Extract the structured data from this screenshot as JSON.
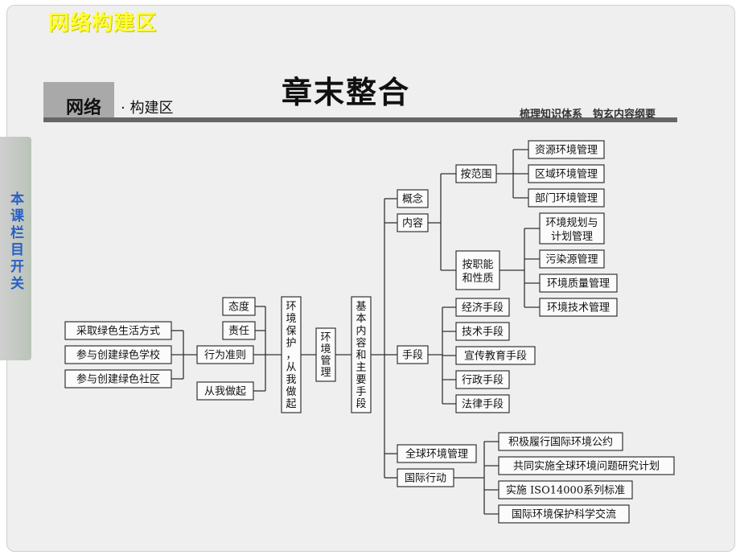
{
  "banner": "网络构建区",
  "header": {
    "tab_label": "网络",
    "tab_sub": "· 构建区",
    "title": "章末整合",
    "right_text": "梳理知识体系　钩玄内容纲要"
  },
  "side_nav": {
    "label": "本课栏目开关"
  },
  "nodes": {
    "lifestyle": "采取绿色生活方式",
    "school": "参与创建绿色学校",
    "community": "参与创建绿色社区",
    "behavior": "行为准则",
    "attitude": "态度",
    "responsibility": "责任",
    "start_with_me": "从我做起",
    "protect": "环境保护，从我做起",
    "management": "环境管理",
    "contents_means": "基本内容和主要手段",
    "concept": "概念",
    "content": "内容",
    "means": "手段",
    "by_scope": "按范围",
    "by_function": "按职能和性质",
    "resource_mgmt": "资源环境管理",
    "regional_mgmt": "区域环境管理",
    "dept_mgmt": "部门环境管理",
    "planning_mgmt": "环境规划与计划管理",
    "pollution_mgmt": "污染源管理",
    "quality_mgmt": "环境质量管理",
    "tech_mgmt": "环境技术管理",
    "economic": "经济手段",
    "technical": "技术手段",
    "publicity": "宣传教育手段",
    "administrative": "行政手段",
    "legal": "法律手段",
    "global_mgmt": "全球环境管理",
    "intl_action": "国际行动",
    "conventions": "积极履行国际环境公约",
    "joint_research": "共同实施全球环境问题研究计划",
    "iso": "实施 ISO14000系列标准",
    "exchange": "国际环境保护科学交流"
  },
  "colors": {
    "banner": "#ffff33",
    "side_nav_text": "#2a5fc4",
    "header_tab": "#a9a9a9",
    "rule": "#666666"
  }
}
